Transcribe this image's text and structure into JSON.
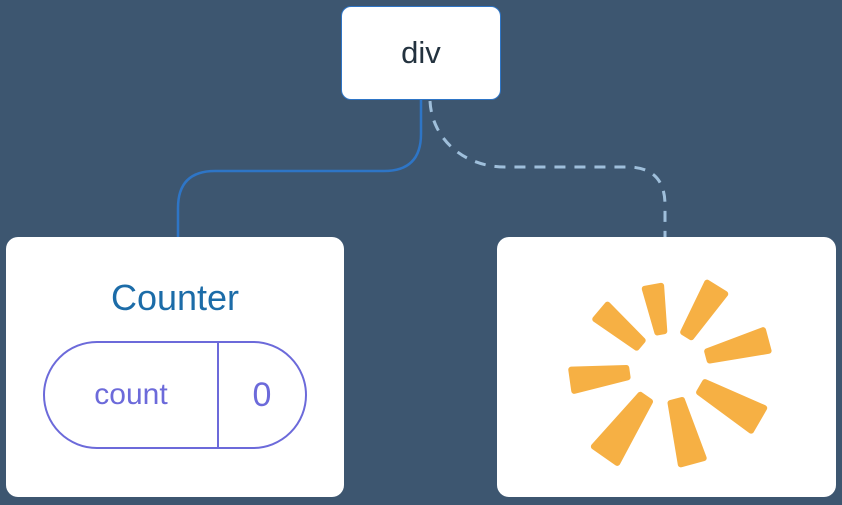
{
  "diagram": {
    "root": {
      "label": "div"
    },
    "counter": {
      "title": "Counter",
      "state_pill": {
        "key": "count",
        "value": "0"
      }
    },
    "removed_node": {
      "icon": "poof-starburst"
    },
    "edges": {
      "left_to_counter": "solid",
      "right_to_removed": "dashed"
    }
  },
  "colors": {
    "background": "#3D5670",
    "node_bg": "#FFFFFF",
    "root_text": "#23323F",
    "root_border": "#2E75C6",
    "solid_edge": "#2E75C6",
    "dashed_edge": "#9FBFDB",
    "counter_title": "#1C6CA8",
    "state_purple": "#6C6ADA",
    "poof_orange": "#F6B044"
  }
}
